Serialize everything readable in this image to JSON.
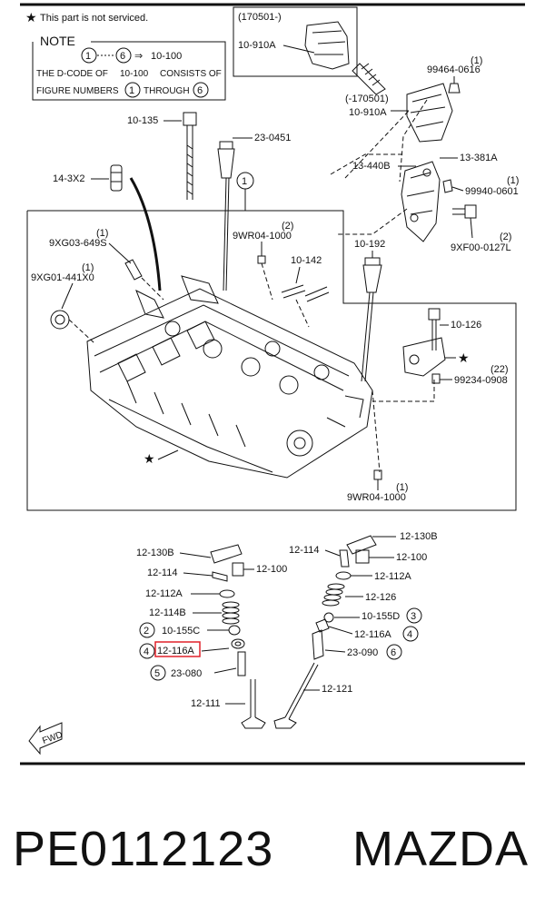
{
  "notice": "This part is not serviced.",
  "note": {
    "title": "NOTE",
    "range_from": "1",
    "range_to": "6",
    "range_target": "10-100",
    "line1_left": "THE D-CODE OF",
    "line1_code": "10-100",
    "line1_right": "CONSISTS OF",
    "line2_left": "FIGURE NUMBERS",
    "line2_from": "1",
    "line2_mid": "THROUGH",
    "line2_to": "6"
  },
  "callouts": {
    "c170501_after": "(170501-)",
    "c10_910A_top": "10-910A",
    "c99464_qty": "(1)",
    "c99464": "99464-0616",
    "c170501_before": "(-170501)",
    "c10_910A_bottom": "10-910A",
    "c10_135": "10-135",
    "c23_0451": "23-0451",
    "c13_381A": "13-381A",
    "c13_440B": "13-440B",
    "c14_3X2": "14-3X2",
    "fig1": "1",
    "c99940_qty": "(1)",
    "c99940": "99940-0601",
    "c9XG03_qty": "(1)",
    "c9XG03": "9XG03-649S",
    "c9WR04_top_qty": "(2)",
    "c9WR04_top": "9WR04-1000",
    "c9XF00_qty": "(2)",
    "c9XF00": "9XF00-0127L",
    "c10_192": "10-192",
    "c9XG01_qty": "(1)",
    "c9XG01": "9XG01-441X0",
    "c10_142": "10-142",
    "c10_126": "10-126",
    "c99234_qty": "(22)",
    "c99234": "99234-0908",
    "c9WR04_bottom_qty": "(1)",
    "c9WR04_bottom": "9WR04-1000",
    "c12_130B_left": "12-130B",
    "c12_114_left": "12-114",
    "c12_100_left": "12-100",
    "c12_112A_left": "12-112A",
    "c12_114B": "12-114B",
    "fig2": "2",
    "c10_155C": "10-155C",
    "fig4_left": "4",
    "c12_116A_left": "12-116A",
    "fig5": "5",
    "c23_080": "23-080",
    "c12_111": "12-111",
    "c12_130B_right": "12-130B",
    "c12_114_right": "12-114",
    "c12_100_right": "12-100",
    "c12_112A_right": "12-112A",
    "c12_126": "12-126",
    "c10_155D": "10-155D",
    "fig3": "3",
    "c12_116A_right": "12-116A",
    "fig4_right": "4",
    "c23_090": "23-090",
    "fig6": "6",
    "c12_121": "12-121",
    "fwd": "FWD"
  },
  "footer": {
    "part_number": "PE0112123",
    "brand": "MAZDA"
  },
  "colors": {
    "highlight": "#e0202a",
    "ink": "#111111"
  }
}
